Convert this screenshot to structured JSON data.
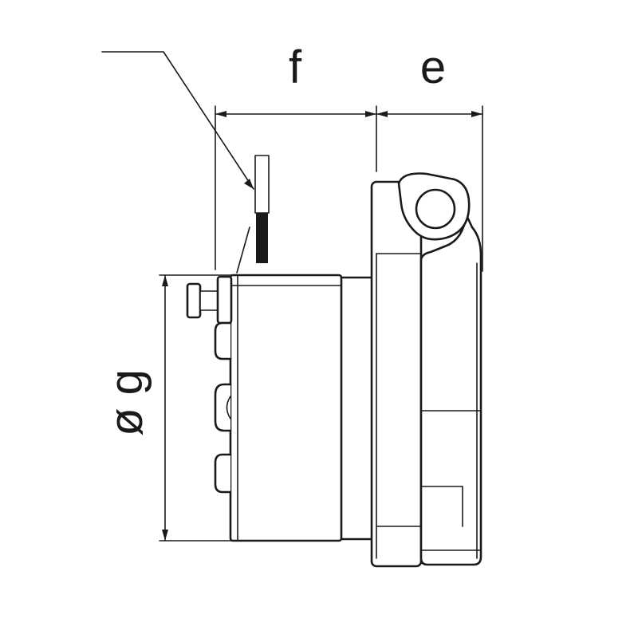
{
  "drawing": {
    "dimensions": {
      "f": "f",
      "e": "e",
      "g": "ø g"
    },
    "colors": {
      "line": "#1a1a1a",
      "background": "#ffffff"
    }
  }
}
